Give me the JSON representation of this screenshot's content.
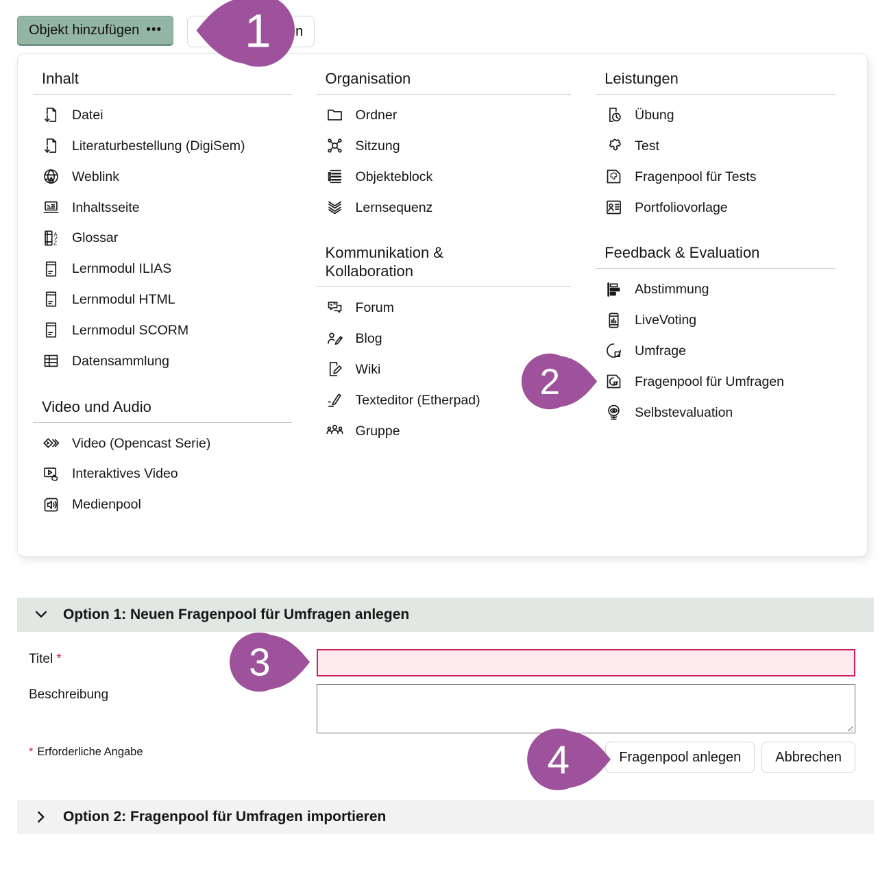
{
  "toolbar": {
    "add_object_label": "Objekt hinzufügen",
    "add_object_ellipsis": "•••",
    "partial_button_label": "alten"
  },
  "menu": {
    "columns": [
      {
        "sections": [
          {
            "title": "Inhalt",
            "items": [
              {
                "icon": "file-download",
                "label": "Datei"
              },
              {
                "icon": "file-download",
                "label": "Literaturbestellung (DigiSem)"
              },
              {
                "icon": "globe",
                "label": "Weblink"
              },
              {
                "icon": "content-page",
                "label": "Inhaltsseite"
              },
              {
                "icon": "glossary",
                "label": "Glossar"
              },
              {
                "icon": "learning-module",
                "label": "Lernmodul ILIAS"
              },
              {
                "icon": "learning-module",
                "label": "Lernmodul HTML"
              },
              {
                "icon": "learning-module",
                "label": "Lernmodul SCORM"
              },
              {
                "icon": "data-table",
                "label": "Datensammlung"
              }
            ]
          },
          {
            "title": "Video und Audio",
            "items": [
              {
                "icon": "video-series",
                "label": "Video (Opencast Serie)"
              },
              {
                "icon": "interactive-video",
                "label": "Interaktives Video"
              },
              {
                "icon": "media-pool",
                "label": "Medienpool"
              }
            ]
          }
        ]
      },
      {
        "sections": [
          {
            "title": "Organisation",
            "items": [
              {
                "icon": "folder",
                "label": "Ordner"
              },
              {
                "icon": "session",
                "label": "Sitzung"
              },
              {
                "icon": "object-block",
                "label": "Objekteblock"
              },
              {
                "icon": "learning-sequence",
                "label": "Lernsequenz"
              }
            ]
          },
          {
            "title": "Kommunikation & Kollaboration",
            "items": [
              {
                "icon": "forum",
                "label": "Forum"
              },
              {
                "icon": "blog",
                "label": "Blog"
              },
              {
                "icon": "wiki",
                "label": "Wiki"
              },
              {
                "icon": "text-editor",
                "label": "Texteditor (Etherpad)"
              },
              {
                "icon": "group",
                "label": "Gruppe"
              }
            ]
          }
        ]
      },
      {
        "sections": [
          {
            "title": "Leistungen",
            "items": [
              {
                "icon": "exercise",
                "label": "Übung"
              },
              {
                "icon": "puzzle",
                "label": "Test"
              },
              {
                "icon": "question-pool-test",
                "label": "Fragenpool für Tests"
              },
              {
                "icon": "portfolio-template",
                "label": "Portfoliovorlage"
              }
            ]
          },
          {
            "title": "Feedback & Evaluation",
            "items": [
              {
                "icon": "bar-poll",
                "label": "Abstimmung"
              },
              {
                "icon": "live-voting",
                "label": "LiveVoting"
              },
              {
                "icon": "pie-survey",
                "label": "Umfrage"
              },
              {
                "icon": "question-pool-survey",
                "label": "Fragenpool für Umfragen"
              },
              {
                "icon": "self-evaluation",
                "label": "Selbstevaluation"
              }
            ]
          }
        ]
      }
    ]
  },
  "form": {
    "option1_title": "Option 1: Neuen Fragenpool für Umfragen anlegen",
    "title_label": "Titel",
    "required_asterisk": "*",
    "title_value": "",
    "description_label": "Beschreibung",
    "description_value": "",
    "required_note": "Erforderliche Angabe",
    "create_button": "Fragenpool anlegen",
    "cancel_button": "Abbrechen",
    "option2_title": "Option 2: Fragenpool für Umfragen importieren"
  },
  "annotations": [
    {
      "number": "1"
    },
    {
      "number": "2"
    },
    {
      "number": "3"
    },
    {
      "number": "4"
    }
  ],
  "colors": {
    "accent_green": "#93b5a4",
    "callout_purple": "#9d529b",
    "error_red": "#ce1f5e",
    "error_pink_bg": "#fdeaee",
    "option1_bg": "#dfe8e2",
    "option2_bg": "#f3f2f3"
  }
}
